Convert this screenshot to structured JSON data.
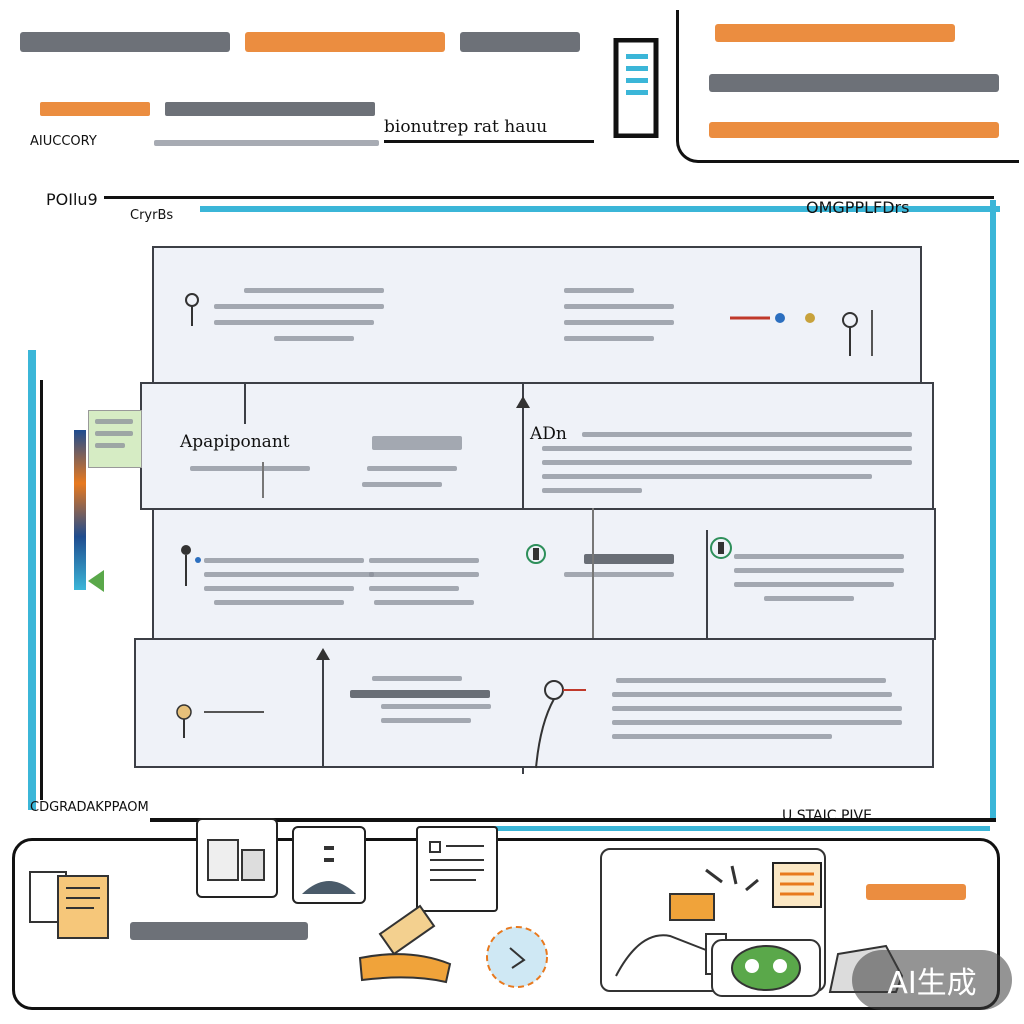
{
  "header": {
    "label_left": "AIUCCORY",
    "label_mid": "bionutrep rat hauu"
  },
  "frame": {
    "label_top_left": "POIlu9",
    "label_top_left_sub": "CryrBs",
    "label_top_right": "OMGPPLFDrs",
    "label_bottom_left": "CDGRADAKPPAOM",
    "label_bottom_right": "U.STAIC PIVE"
  },
  "panels": [
    {
      "labels": []
    },
    {
      "labels": [
        "Apapiponant",
        "ADn"
      ]
    },
    {
      "labels": []
    },
    {
      "labels": []
    }
  ],
  "watermark": "AI生成",
  "colors": {
    "accent": "#e8791e",
    "frame": "#3bb6d8",
    "panel": "#eff2f8",
    "ink": "#111111"
  }
}
